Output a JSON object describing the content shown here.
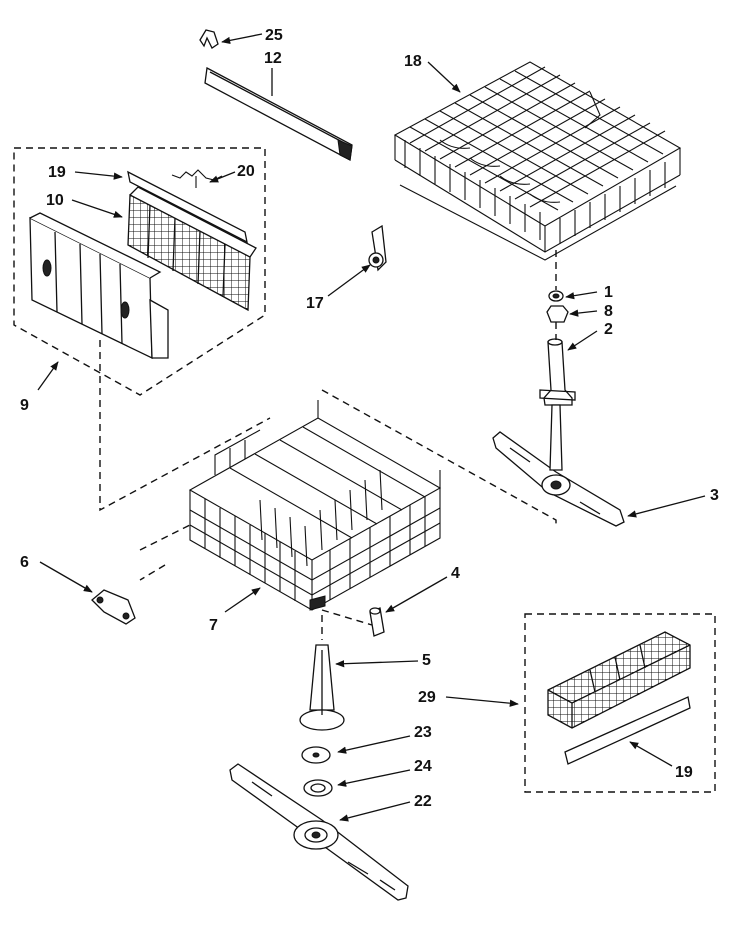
{
  "callouts": {
    "c25": "25",
    "c12": "12",
    "c18": "18",
    "c19a": "19",
    "c20": "20",
    "c10": "10",
    "c17": "17",
    "c1": "1",
    "c8": "8",
    "c2": "2",
    "c9": "9",
    "c3": "3",
    "c6": "6",
    "c4": "4",
    "c7": "7",
    "c5": "5",
    "c29": "29",
    "c23": "23",
    "c24": "24",
    "c22": "22",
    "c19b": "19"
  }
}
